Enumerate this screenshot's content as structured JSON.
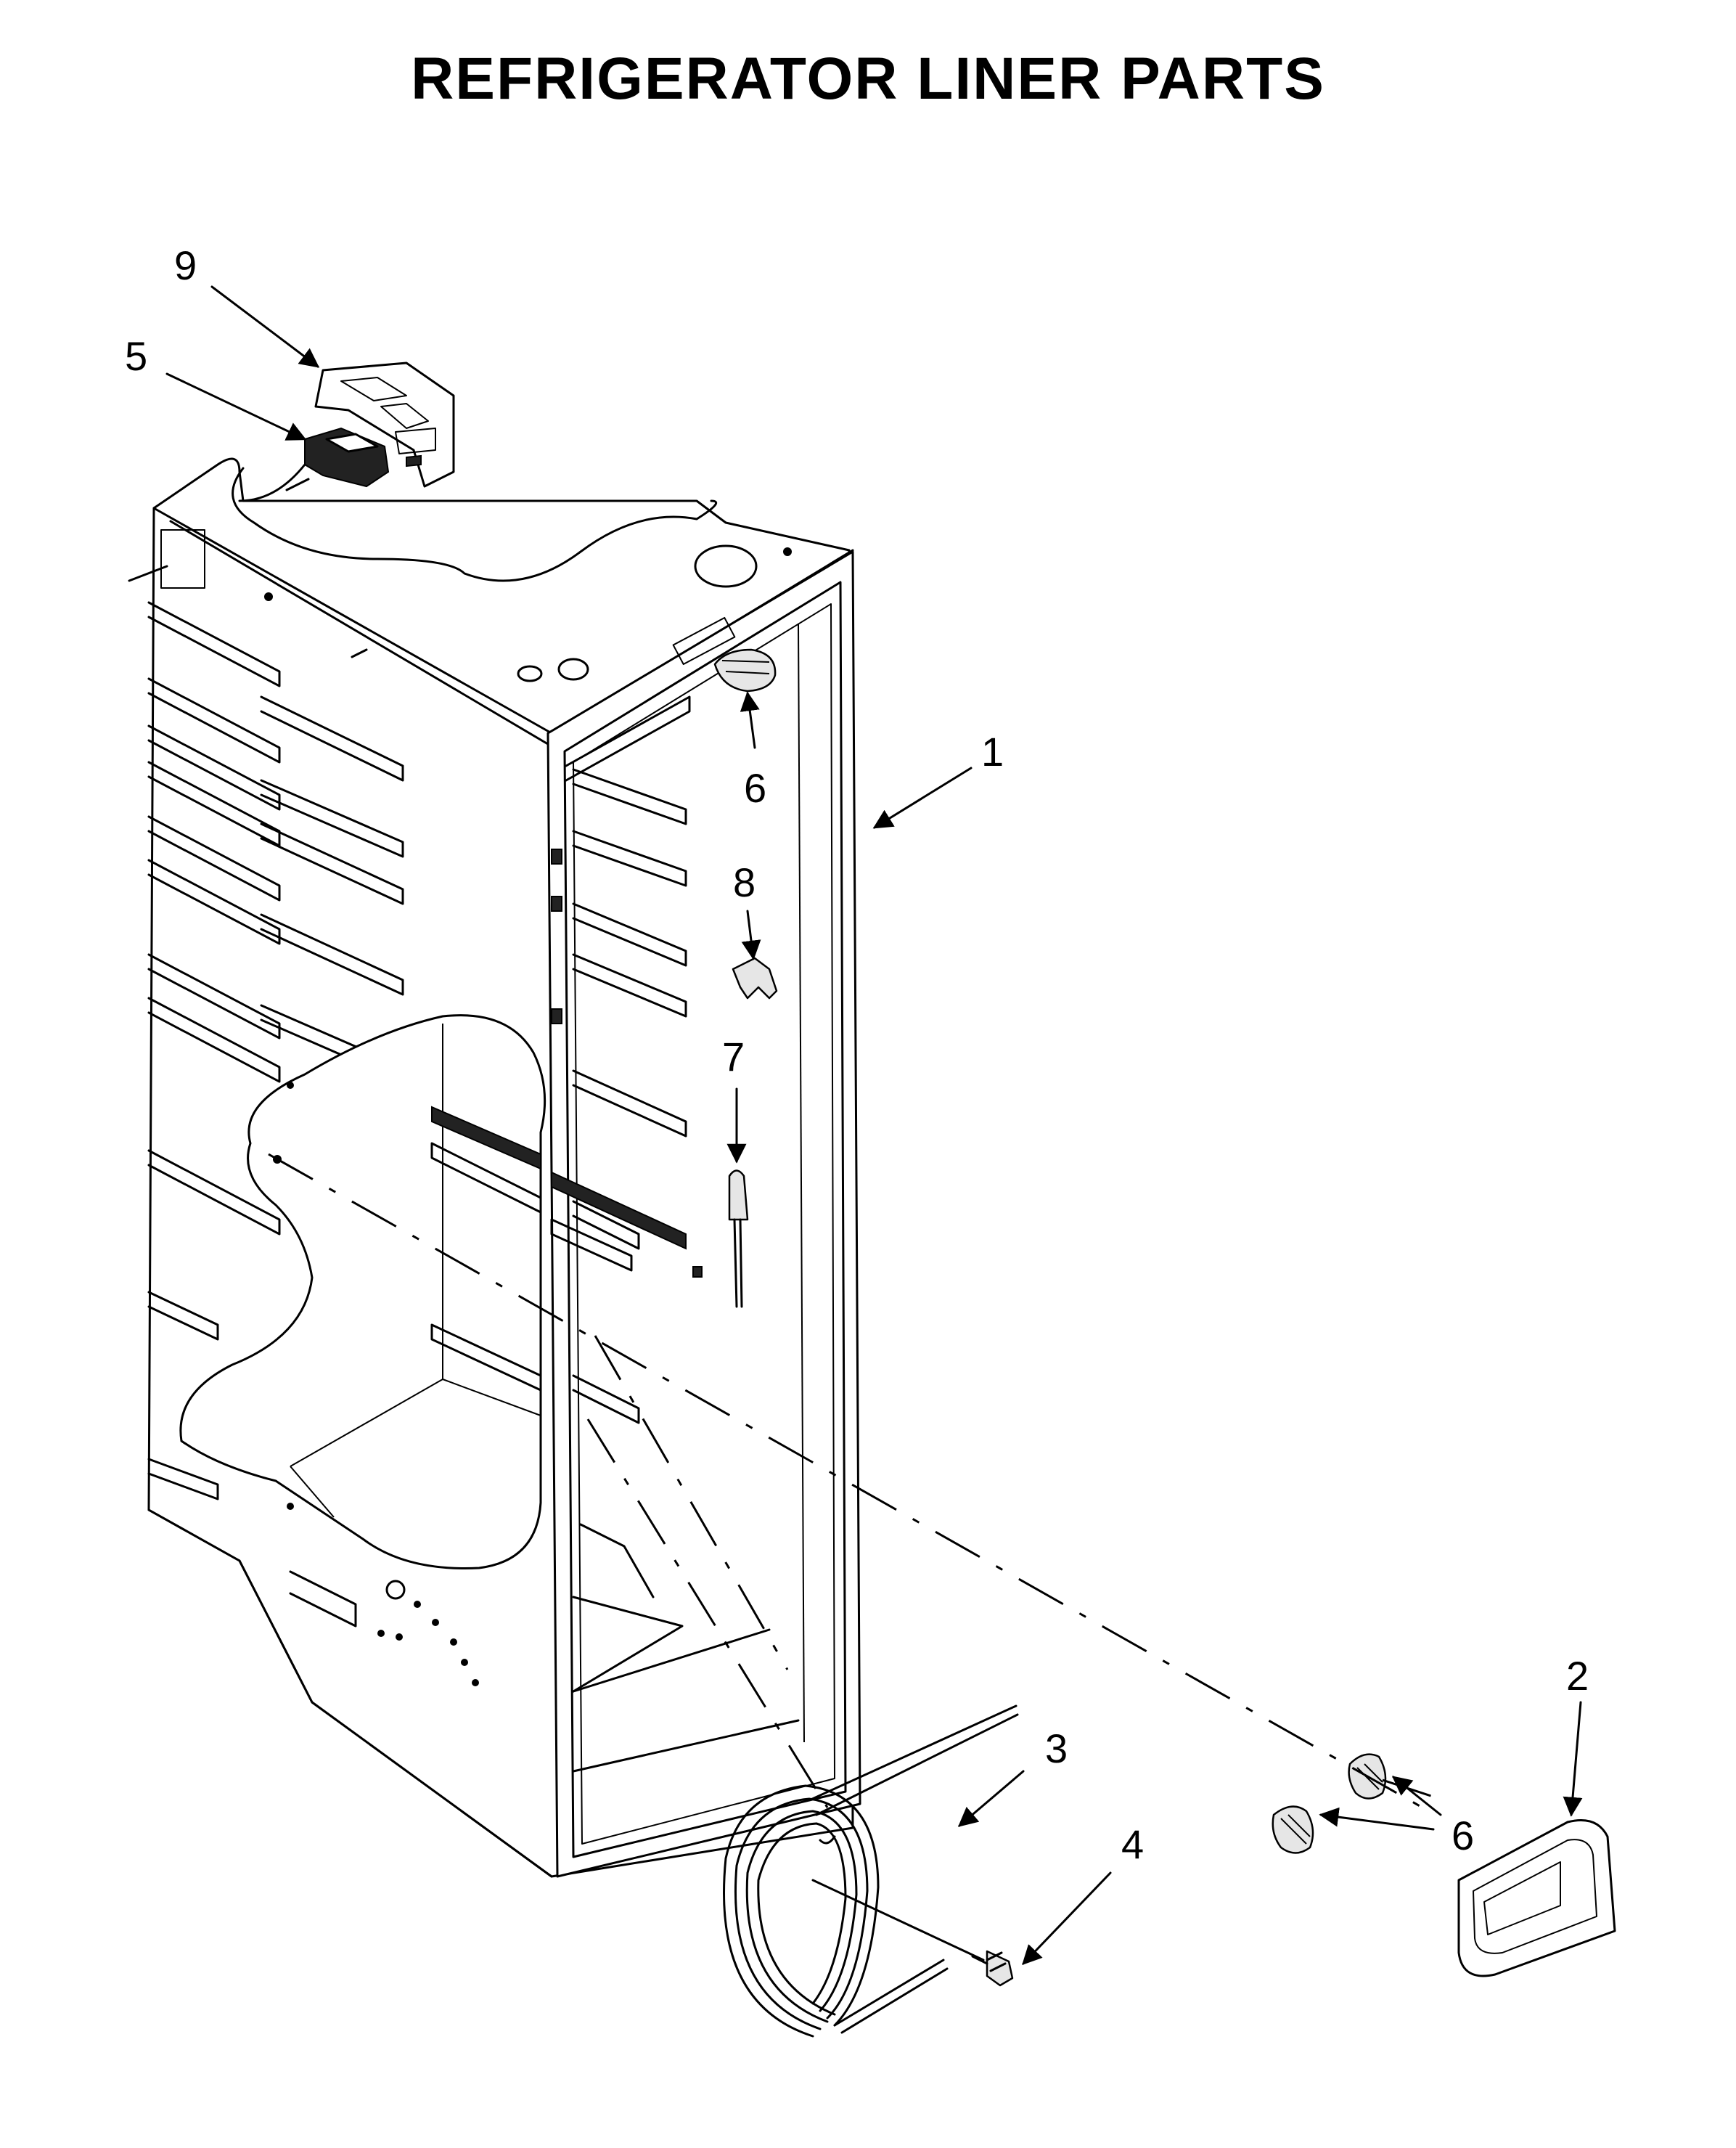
{
  "title": "REFRIGERATOR LINER PARTS",
  "callouts": {
    "c1": "1",
    "c2": "2",
    "c3": "3",
    "c4": "4",
    "c5": "5",
    "c6a": "6",
    "c6b": "6",
    "c7": "7",
    "c8": "8",
    "c9": "9"
  }
}
